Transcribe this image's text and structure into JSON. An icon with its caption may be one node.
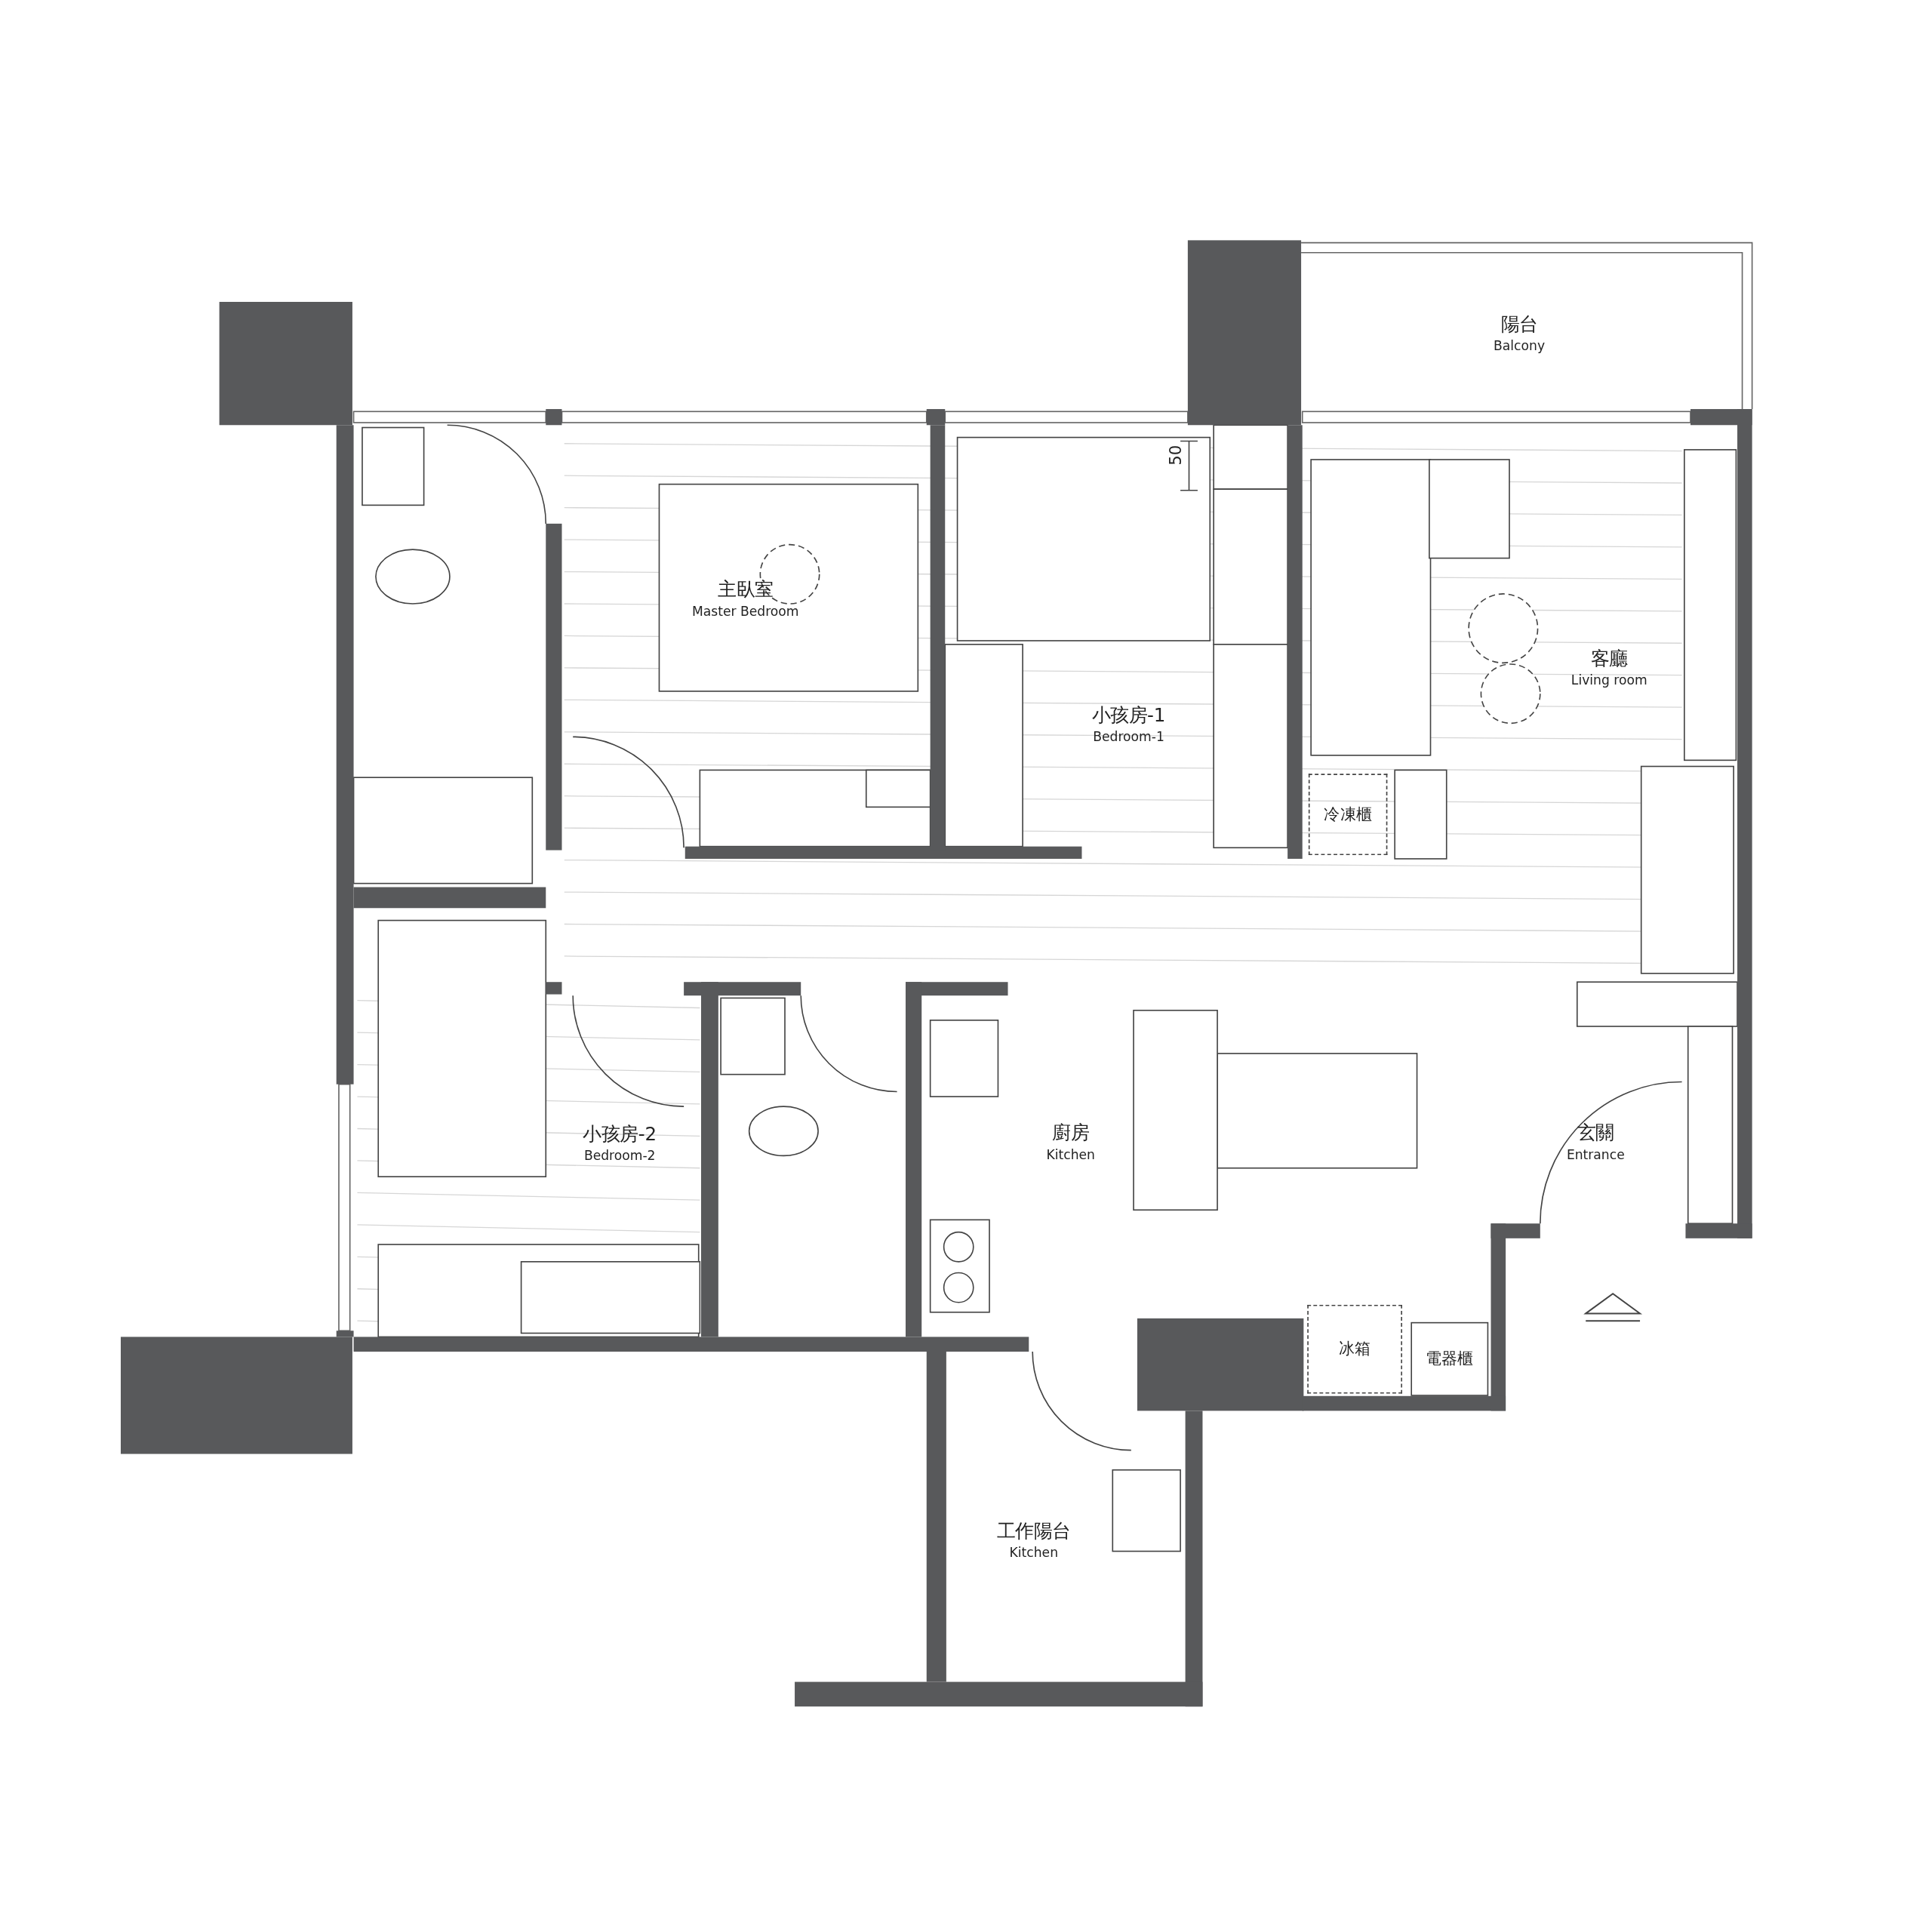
{
  "diagram": {
    "nodes": [
      {
        "text": [
          "陽台",
          "Balcony"
        ]
      },
      {
        "text": [
          "主臥室",
          "Master Bedroom"
        ]
      },
      {
        "text": [
          "小孩房-1",
          "Bedroom-1"
        ]
      },
      {
        "text": [
          "客廳",
          "Living room"
        ]
      },
      {
        "text": [
          "冷凍櫃"
        ]
      },
      {
        "text": [
          "小孩房-2",
          "Bedroom-2"
        ]
      },
      {
        "text": [
          "廚房",
          "Kitchen"
        ]
      },
      {
        "text": [
          "玄關",
          "Entrance"
        ]
      },
      {
        "text": [
          "冰箱"
        ]
      },
      {
        "text": [
          "電器櫃"
        ]
      },
      {
        "text": [
          "工作陽台",
          "Kitchen"
        ]
      }
    ],
    "edges": [],
    "labels": [
      "50"
    ]
  }
}
